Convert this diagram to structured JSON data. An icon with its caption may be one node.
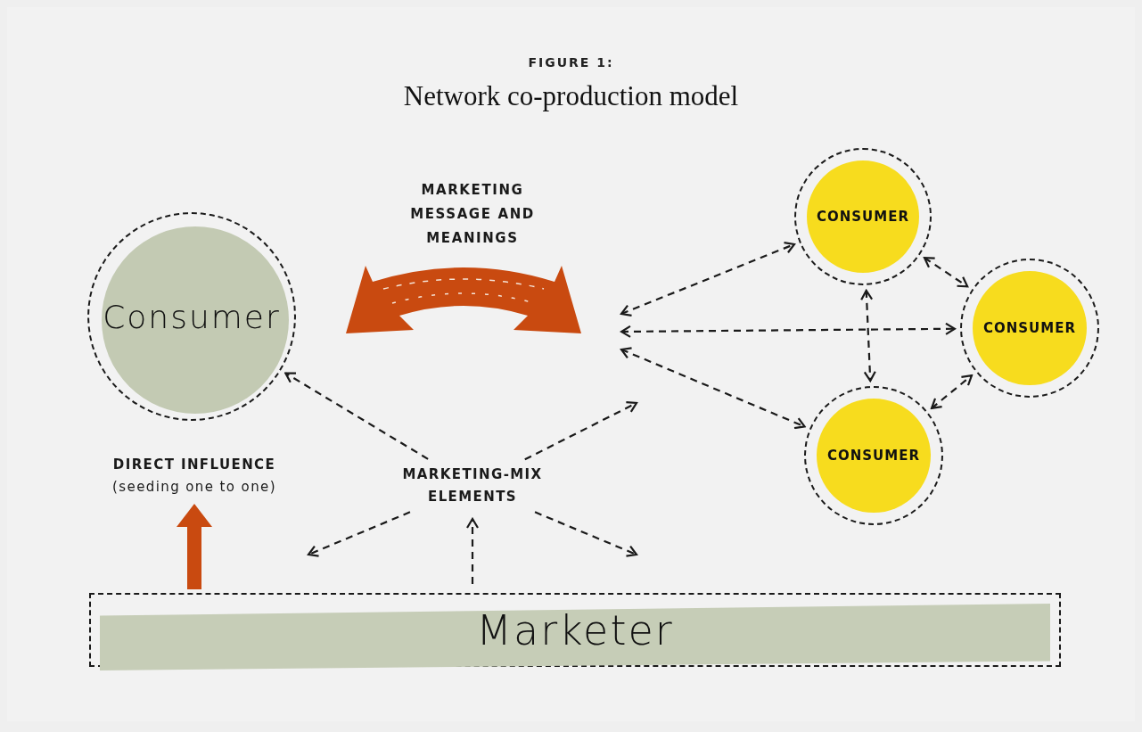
{
  "diagram": {
    "title": "Network co-production model",
    "nodes": [
      {
        "text": [
          "Consumer"
        ]
      },
      {
        "text": [
          "CONSUMER"
        ]
      },
      {
        "text": [
          "CONSUMER"
        ]
      },
      {
        "text": [
          "CONSUMER"
        ]
      },
      {
        "text": [
          "DIRECT INFLUENCE",
          "(seeding one to one)"
        ]
      },
      {
        "text": [
          "MARKETING-MIX ELEMENTS"
        ]
      },
      {
        "text": [
          "Marketer"
        ]
      }
    ],
    "edges": [
      {
        "from": null,
        "to": 1,
        "arrow": "both",
        "style": "dashed"
      },
      {
        "from": null,
        "to": 2,
        "arrow": "both",
        "style": "dashed"
      },
      {
        "from": null,
        "to": 3,
        "arrow": "both",
        "style": "dashed"
      },
      {
        "from": 1,
        "to": 2,
        "arrow": "both",
        "style": "dashed"
      },
      {
        "from": 1,
        "to": 3,
        "arrow": "both",
        "style": "dashed"
      },
      {
        "from": 3,
        "to": 2,
        "arrow": "both",
        "style": "dashed"
      },
      {
        "from": 5,
        "to": 0,
        "arrow": "to",
        "style": "dashed"
      },
      {
        "from": 5,
        "to": null,
        "arrow": "to",
        "style": "dashed"
      },
      {
        "from": 5,
        "to": null,
        "arrow": "to",
        "style": "dashed"
      },
      {
        "from": 5,
        "to": null,
        "arrow": "to",
        "style": "dashed"
      },
      {
        "from": 6,
        "to": 5,
        "arrow": "to",
        "style": "dashed"
      },
      {
        "from": 6,
        "to": 4,
        "arrow": "to",
        "style": "thick",
        "color": "#c94a10"
      }
    ],
    "labels": [
      "FIGURE 1:",
      "MARKETING MESSAGE AND MEANINGS"
    ]
  }
}
